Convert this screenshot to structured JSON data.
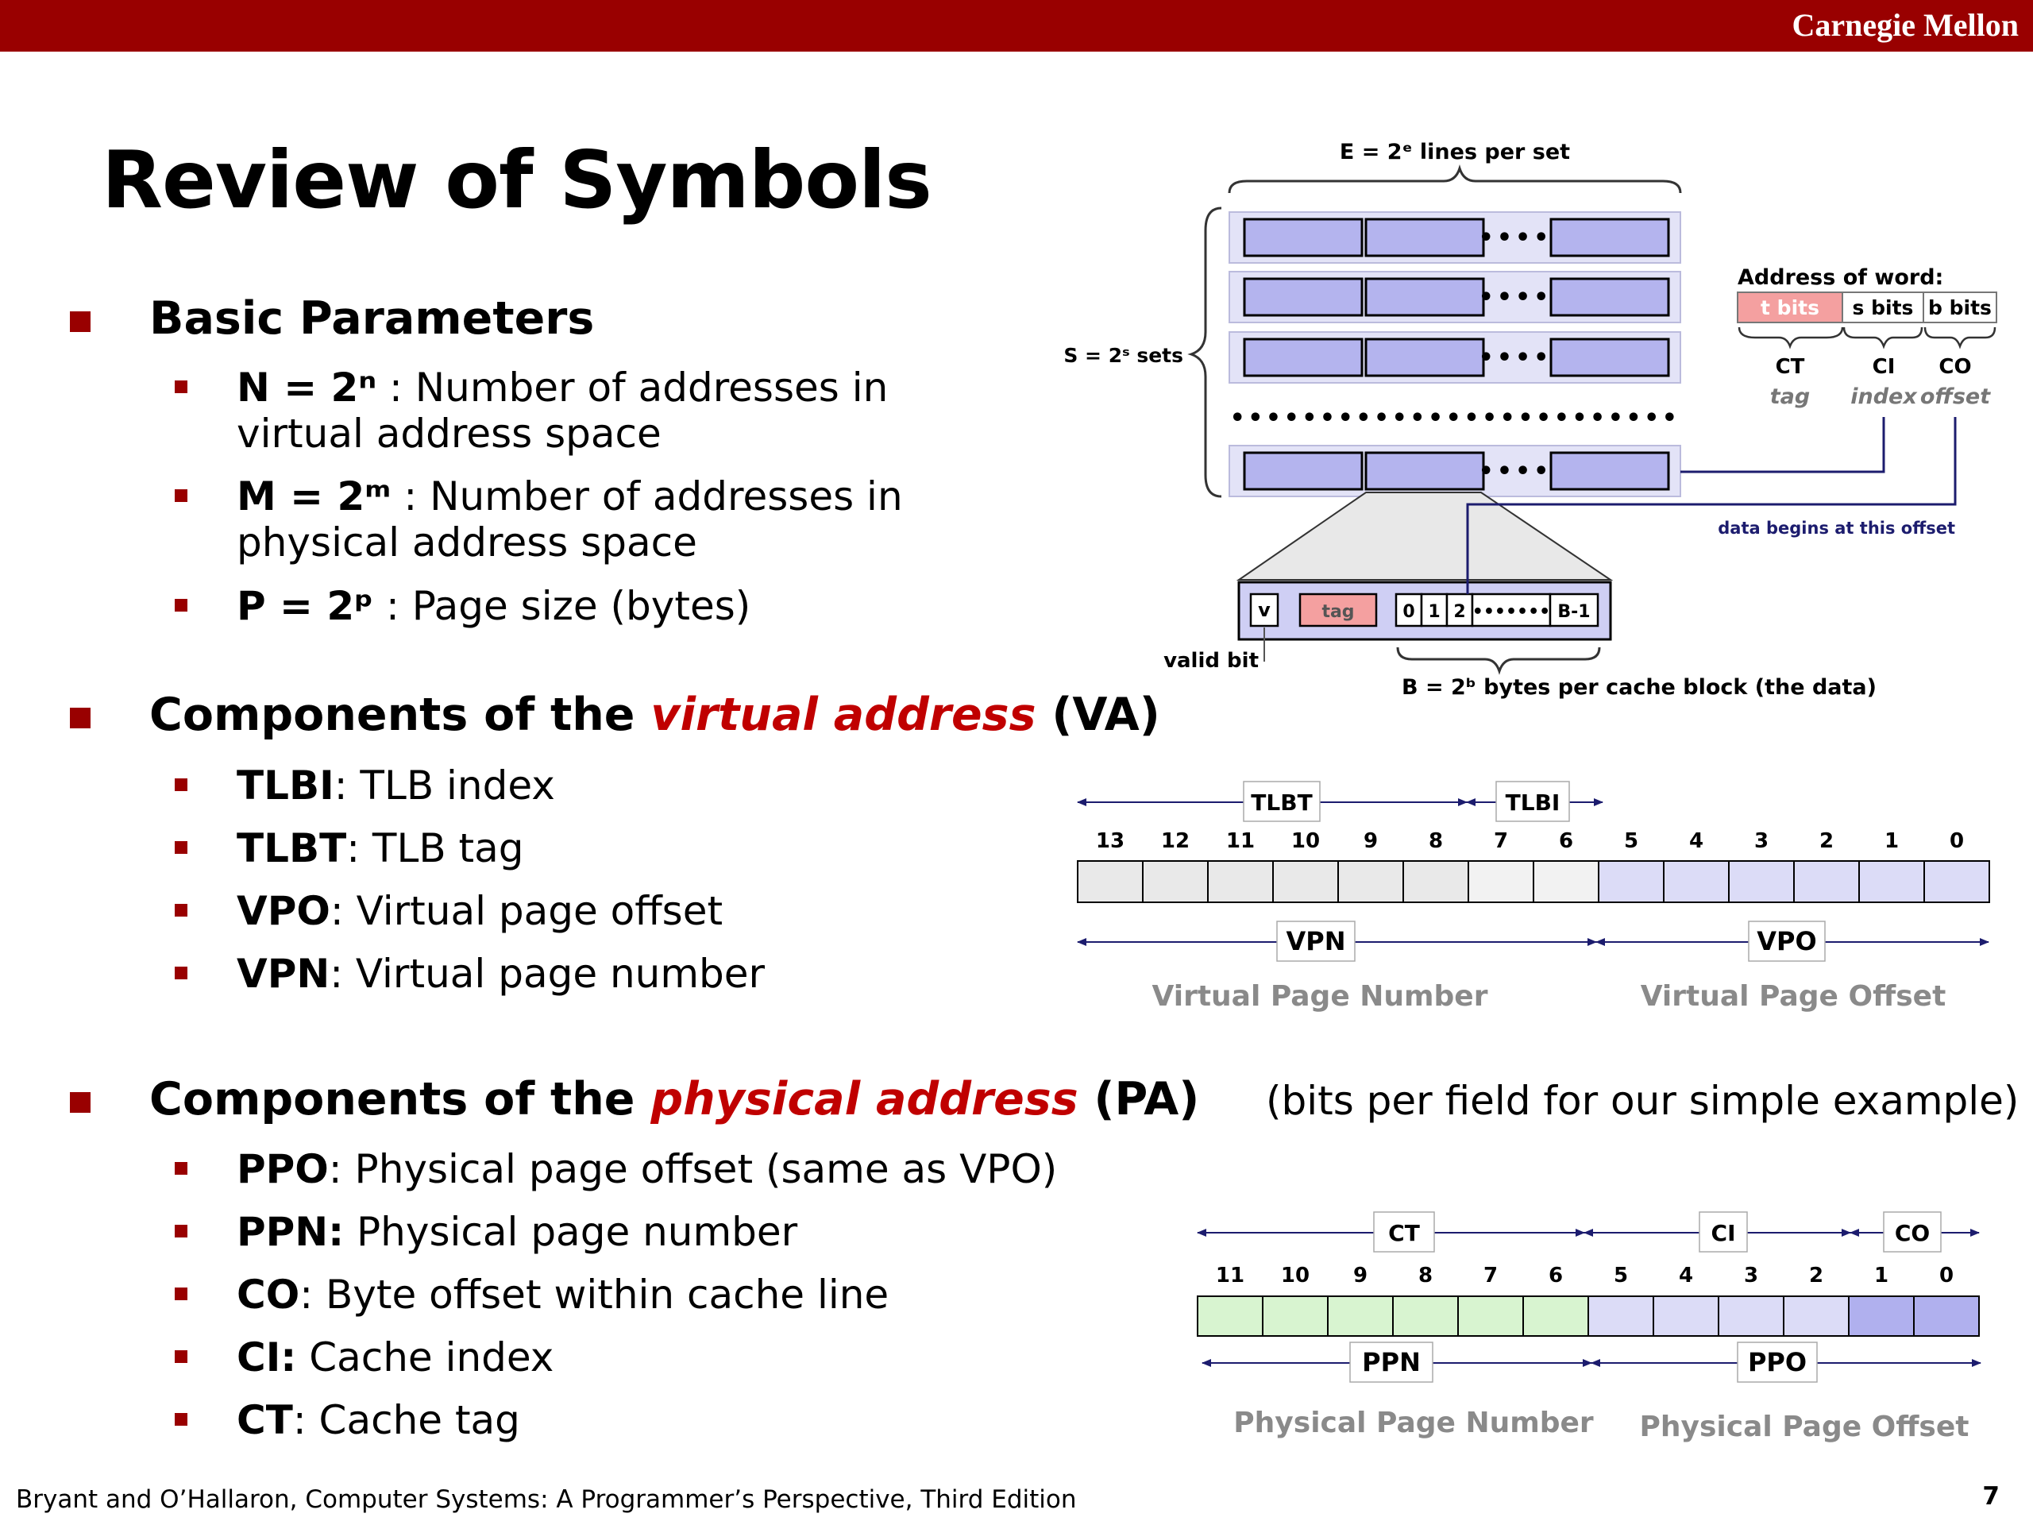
{
  "header": {
    "brand": "Carnegie Mellon"
  },
  "title": "Review of Symbols",
  "sections": [
    {
      "heading_pre": "Basic Parameters",
      "heading_hl": "",
      "heading_post": "",
      "items": [
        {
          "lines": [
            {
              "bold": "N = 2ⁿ",
              "text": " : Number of addresses in"
            },
            {
              "bold": "",
              "text": "virtual address space"
            }
          ]
        },
        {
          "lines": [
            {
              "bold": "M = 2ᵐ",
              "text": " : Number of addresses in"
            },
            {
              "bold": "",
              "text": "physical address space"
            }
          ]
        },
        {
          "lines": [
            {
              "bold": "P = 2ᵖ",
              "text": "  : Page size (bytes)"
            }
          ]
        }
      ]
    },
    {
      "heading_pre": "Components of the ",
      "heading_hl": "virtual address",
      "heading_post": " (VA)",
      "items": [
        {
          "lines": [
            {
              "bold": "TLBI",
              "text": ": TLB index"
            }
          ]
        },
        {
          "lines": [
            {
              "bold": "TLBT",
              "text": ": TLB tag"
            }
          ]
        },
        {
          "lines": [
            {
              "bold": "VPO",
              "text": ": Virtual page offset"
            }
          ]
        },
        {
          "lines": [
            {
              "bold": "VPN",
              "text": ": Virtual page number"
            }
          ]
        }
      ]
    },
    {
      "heading_pre": "Components of the ",
      "heading_hl": "physical address",
      "heading_post": " (PA)",
      "items": [
        {
          "lines": [
            {
              "bold": "PPO",
              "text": ": Physical page offset (same as VPO)"
            }
          ]
        },
        {
          "lines": [
            {
              "bold": "PPN:",
              "text": " Physical page number"
            }
          ]
        },
        {
          "lines": [
            {
              "bold": "CO",
              "text": ": Byte offset within cache line"
            }
          ]
        },
        {
          "lines": [
            {
              "bold": "CI:",
              "text": " Cache index"
            }
          ]
        },
        {
          "lines": [
            {
              "bold": "CT",
              "text": ": Cache tag"
            }
          ]
        }
      ]
    }
  ],
  "cache_diagram": {
    "e_label": "E = 2ᵉ lines per set",
    "s_label": "S = 2ˢ sets",
    "address_title": "Address of word:",
    "address_fields": [
      "t bits",
      "s bits",
      "b bits"
    ],
    "field_names": [
      "CT",
      "CI",
      "CO"
    ],
    "field_roles": [
      "tag",
      "index",
      "offset"
    ],
    "offset_note": "data begins at this offset",
    "line_fields": {
      "valid": "v",
      "tag": "tag",
      "bytes": [
        "0",
        "1",
        "2",
        "•••••••",
        "B-1"
      ]
    },
    "valid_label": "valid bit",
    "b_label": "B = 2ᵇ bytes per cache block (the data)"
  },
  "va_diagram": {
    "top_labels": [
      "TLBT",
      "TLBI"
    ],
    "bits": [
      "13",
      "12",
      "11",
      "10",
      "9",
      "8",
      "7",
      "6",
      "5",
      "4",
      "3",
      "2",
      "1",
      "0"
    ],
    "bottom_labels": [
      "VPN",
      "VPO"
    ],
    "captions": [
      "Virtual Page Number",
      "Virtual Page Offset"
    ]
  },
  "note": "(bits per field for our simple example)",
  "pa_diagram": {
    "top_labels": [
      "CT",
      "CI",
      "CO"
    ],
    "bits": [
      "11",
      "10",
      "9",
      "8",
      "7",
      "6",
      "5",
      "4",
      "3",
      "2",
      "1",
      "0"
    ],
    "bottom_labels": [
      "PPN",
      "PPO"
    ],
    "captions": [
      "Physical Page Number",
      "Physical Page Offset"
    ]
  },
  "colors": {
    "brand_red": "#990000",
    "highlight": "#c00000",
    "lavender": "#b4b4ee",
    "tag_pink": "#f4a0a0",
    "green": "#d8f4d0",
    "navy": "#1c1c6e"
  },
  "footer": {
    "citation": "Bryant and O’Hallaron, Computer Systems: A Programmer’s Perspective, Third Edition",
    "page": "7"
  }
}
